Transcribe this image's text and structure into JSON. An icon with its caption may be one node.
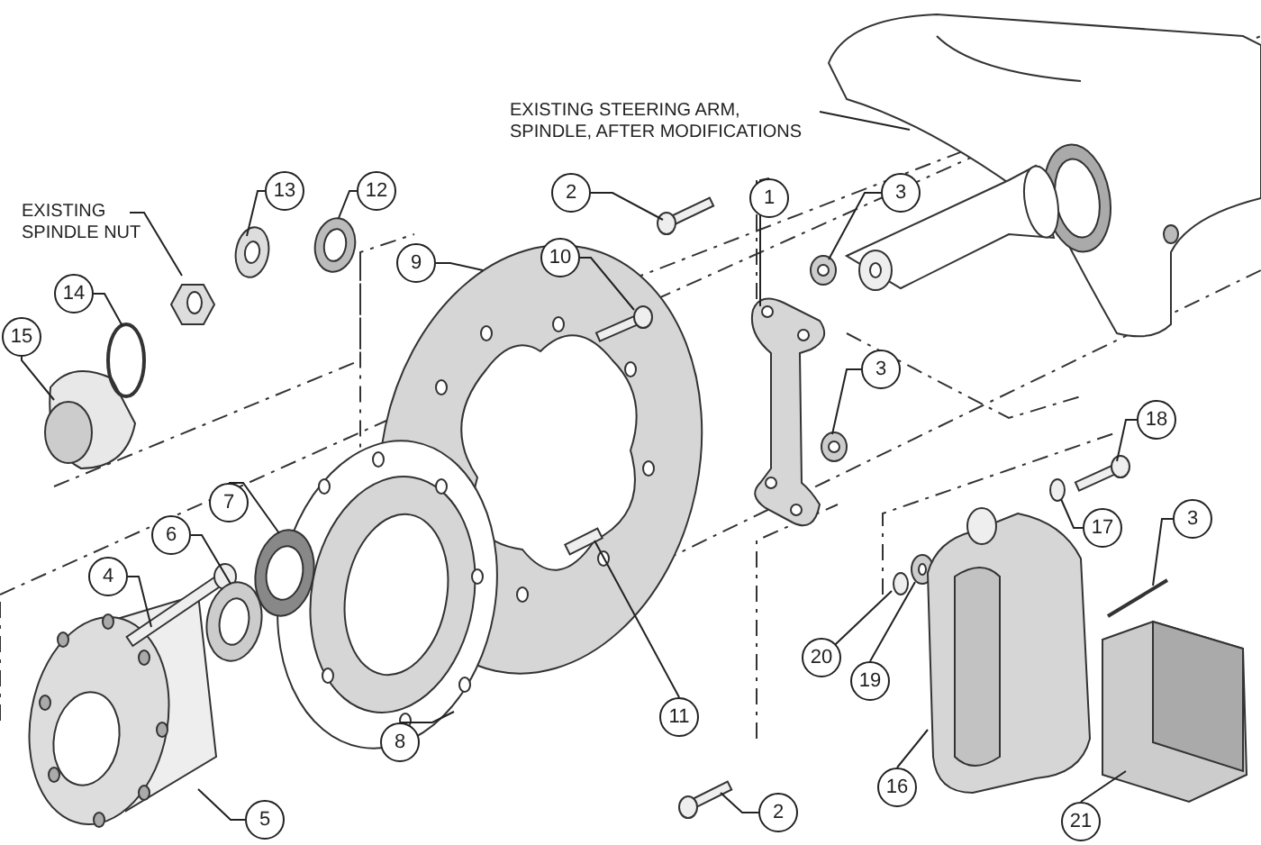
{
  "diagram": {
    "nodes": [
      {
        "text": [
          "EXISTING STEERING ARM, SPINDLE, AFTER MODIFICATIONS"
        ]
      },
      {
        "text": [
          "2"
        ]
      },
      {
        "text": [
          "1"
        ]
      },
      {
        "text": [
          "3"
        ]
      },
      {
        "text": [
          "13"
        ]
      },
      {
        "text": [
          "12"
        ]
      },
      {
        "text": [
          "EXISTING SPINDLE NUT"
        ]
      },
      {
        "text": [
          "9"
        ]
      },
      {
        "text": [
          "10"
        ]
      },
      {
        "text": [
          "14"
        ]
      },
      {
        "text": [
          "15"
        ]
      },
      {
        "text": [
          "3"
        ]
      },
      {
        "text": [
          "18"
        ]
      },
      {
        "text": [
          "3"
        ]
      },
      {
        "text": [
          "17"
        ]
      },
      {
        "text": [
          "7"
        ]
      },
      {
        "text": [
          "6"
        ]
      },
      {
        "text": [
          "4"
        ]
      },
      {
        "text": [
          "20"
        ]
      },
      {
        "text": [
          "19"
        ]
      },
      {
        "text": [
          "11"
        ]
      },
      {
        "text": [
          "8"
        ]
      },
      {
        "text": [
          "16"
        ]
      },
      {
        "text": [
          "5"
        ]
      },
      {
        "text": [
          "2"
        ]
      },
      {
        "text": [
          "21"
        ]
      }
    ],
    "edges": [
      {
        "from": 0,
        "to": null,
        "arrow": "none"
      },
      {
        "from": 1,
        "to": null,
        "arrow": "none"
      },
      {
        "from": 2,
        "to": null,
        "arrow": "none"
      },
      {
        "from": 3,
        "to": null,
        "arrow": "none"
      },
      {
        "from": 4,
        "to": null,
        "arrow": "none"
      },
      {
        "from": 5,
        "to": null,
        "arrow": "none"
      },
      {
        "from": 6,
        "to": null,
        "arrow": "none"
      },
      {
        "from": 7,
        "to": null,
        "arrow": "none"
      },
      {
        "from": 8,
        "to": null,
        "arrow": "none"
      },
      {
        "from": 9,
        "to": null,
        "arrow": "none"
      },
      {
        "from": 10,
        "to": null,
        "arrow": "none"
      },
      {
        "from": 11,
        "to": null,
        "arrow": "none"
      },
      {
        "from": 12,
        "to": null,
        "arrow": "none"
      },
      {
        "from": 13,
        "to": null,
        "arrow": "none"
      },
      {
        "from": 14,
        "to": null,
        "arrow": "none"
      },
      {
        "from": 15,
        "to": null,
        "arrow": "none"
      },
      {
        "from": 16,
        "to": null,
        "arrow": "none"
      },
      {
        "from": 17,
        "to": null,
        "arrow": "none"
      },
      {
        "from": 18,
        "to": null,
        "arrow": "none"
      },
      {
        "from": 19,
        "to": null,
        "arrow": "none"
      },
      {
        "from": 20,
        "to": null,
        "arrow": "none"
      },
      {
        "from": 21,
        "to": null,
        "arrow": "none"
      },
      {
        "from": 22,
        "to": null,
        "arrow": "none"
      },
      {
        "from": 23,
        "to": null,
        "arrow": "none"
      },
      {
        "from": 24,
        "to": null,
        "arrow": "none"
      },
      {
        "from": 25,
        "to": null,
        "arrow": "none"
      }
    ]
  }
}
